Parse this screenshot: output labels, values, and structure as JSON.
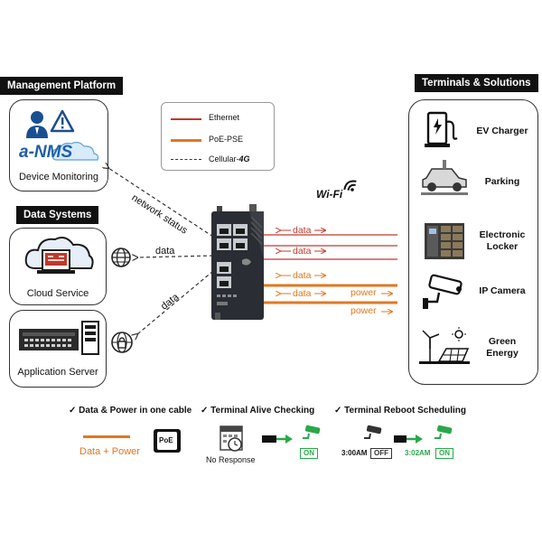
{
  "management": {
    "header": "Management Platform",
    "caption": "Device Monitoring",
    "logo_text": "a-NMS"
  },
  "data_systems": {
    "header": "Data Systems",
    "cloud_caption": "Cloud Service",
    "app_caption": "Application Server"
  },
  "legend": {
    "ethernet": "Ethernet",
    "poe": "PoE-PSE",
    "cellular_prefix": "Cellular-",
    "cellular_suffix": "4G"
  },
  "links": {
    "network_status": "network status",
    "data_upper": "data",
    "data_lower": "data",
    "wifi": "Wi-Fi",
    "data_1": "data",
    "data_2": "data",
    "data_3": "data",
    "data_4": "data",
    "power_1": "power",
    "power_2": "power"
  },
  "terminals": {
    "header": "Terminals & Solutions",
    "items": [
      {
        "label": "EV Charger",
        "icon": "ev-charger-icon"
      },
      {
        "label": "Parking",
        "icon": "parking-icon"
      },
      {
        "label": "Electronic Locker",
        "icon": "locker-icon"
      },
      {
        "label": "IP Camera",
        "icon": "camera-icon"
      },
      {
        "label": "Green Energy",
        "icon": "green-energy-icon"
      }
    ]
  },
  "features": {
    "f1": "Data & Power in one cable",
    "f2": "Terminal  Alive Checking",
    "f3": "Terminal  Reboot Scheduling",
    "data_power": "Data + Power",
    "poe_tag": "PoE",
    "no_response": "No Response",
    "time_off": "3:00AM",
    "off": "OFF",
    "time_on": "3:02AM",
    "on": "ON",
    "on2": "ON"
  },
  "colors": {
    "ethernet": "#c0392b",
    "poe": "#e07820",
    "green": "#2aa84a",
    "panel_border": "#333333"
  }
}
